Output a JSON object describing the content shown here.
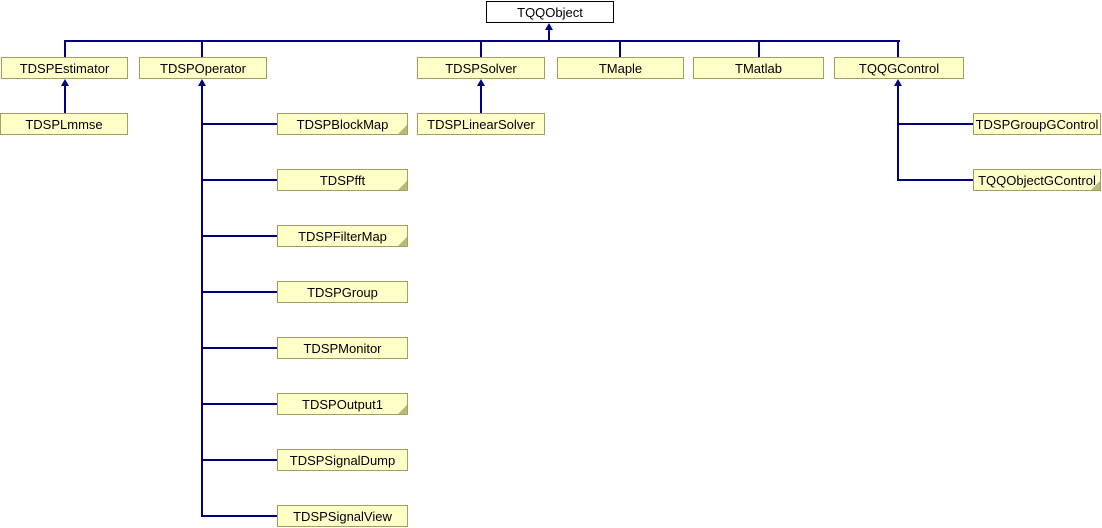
{
  "diagram": {
    "type": "class-inheritance-graph",
    "root_class": "TQQObject",
    "colors": {
      "connector_line": "#000080",
      "node_fill": "#ffffc8",
      "node_border": "#a0a060",
      "root_node_fill": "#ffffff",
      "root_node_border": "#000000",
      "fold_corner": "#b8b878",
      "text": "#000000"
    },
    "nodes": [
      {
        "label": "TQQObject",
        "parent": null,
        "has_more_derived": false
      },
      {
        "label": "TDSPEstimator",
        "parent": "TQQObject",
        "has_more_derived": false
      },
      {
        "label": "TDSPOperator",
        "parent": "TQQObject",
        "has_more_derived": false
      },
      {
        "label": "TDSPSolver",
        "parent": "TQQObject",
        "has_more_derived": false
      },
      {
        "label": "TMaple",
        "parent": "TQQObject",
        "has_more_derived": false
      },
      {
        "label": "TMatlab",
        "parent": "TQQObject",
        "has_more_derived": false
      },
      {
        "label": "TQQGControl",
        "parent": "TQQObject",
        "has_more_derived": false
      },
      {
        "label": "TDSPLmmse",
        "parent": "TDSPEstimator",
        "has_more_derived": false
      },
      {
        "label": "TDSPBlockMap",
        "parent": "TDSPOperator",
        "has_more_derived": true
      },
      {
        "label": "TDSPfft",
        "parent": "TDSPOperator",
        "has_more_derived": true
      },
      {
        "label": "TDSPFilterMap",
        "parent": "TDSPOperator",
        "has_more_derived": true
      },
      {
        "label": "TDSPGroup",
        "parent": "TDSPOperator",
        "has_more_derived": false
      },
      {
        "label": "TDSPMonitor",
        "parent": "TDSPOperator",
        "has_more_derived": false
      },
      {
        "label": "TDSPOutput1",
        "parent": "TDSPOperator",
        "has_more_derived": true
      },
      {
        "label": "TDSPSignalDump",
        "parent": "TDSPOperator",
        "has_more_derived": false
      },
      {
        "label": "TDSPSignalView",
        "parent": "TDSPOperator",
        "has_more_derived": false
      },
      {
        "label": "TDSPLinearSolver",
        "parent": "TDSPSolver",
        "has_more_derived": false
      },
      {
        "label": "TDSPGroupGControl",
        "parent": "TQQGControl",
        "has_more_derived": false
      },
      {
        "label": "TQQObjectGControl",
        "parent": "TQQGControl",
        "has_more_derived": true
      }
    ]
  }
}
